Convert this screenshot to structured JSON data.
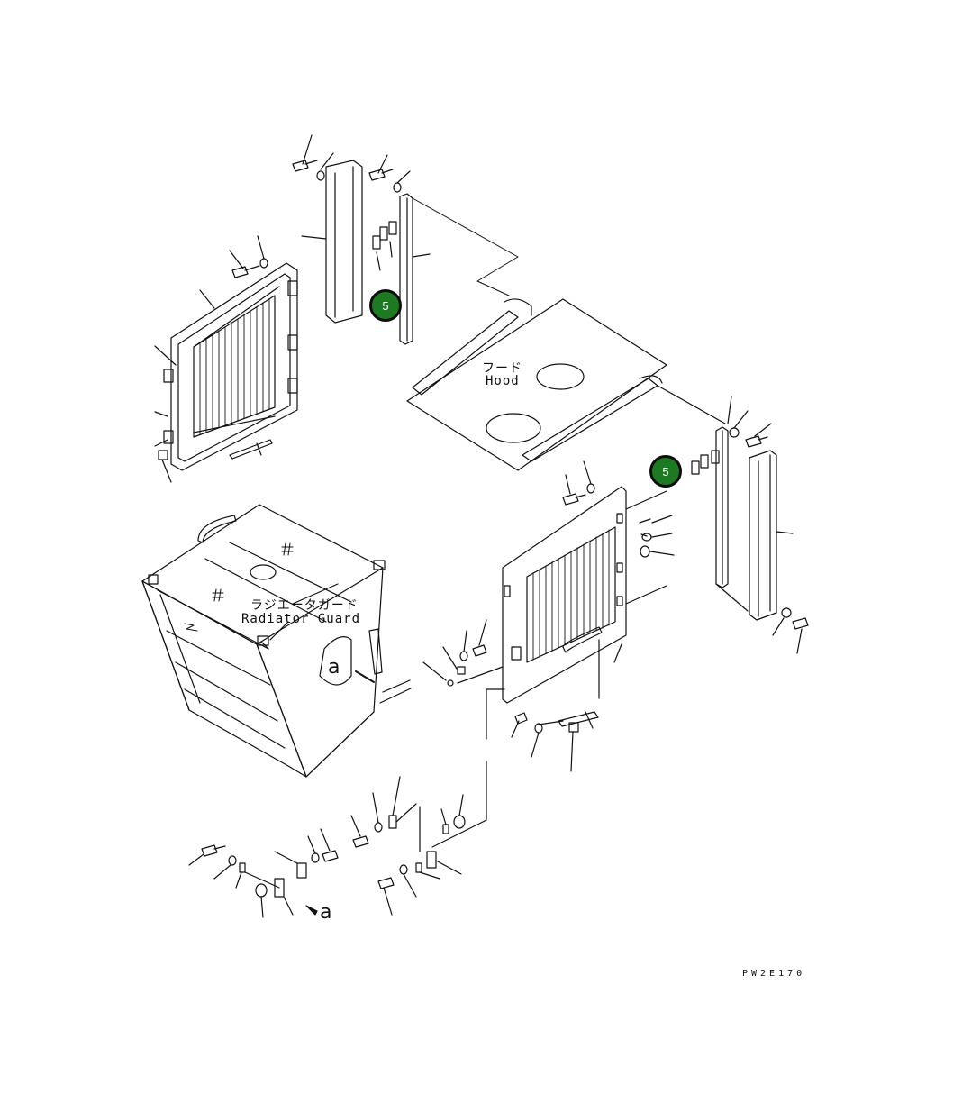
{
  "labels": {
    "hood_jp": "フード",
    "hood_en": "Hood",
    "guard_jp": "ラジエータガード",
    "guard_en": "Radiator Guard"
  },
  "callouts": [
    {
      "number": "5"
    },
    {
      "number": "5"
    }
  ],
  "refs": {
    "a_top": "a",
    "a_bottom": "a"
  },
  "drawing_code": "PW2E170",
  "colors": {
    "line": "#111111",
    "badge_fill": "#1e7a22",
    "badge_border": "#0d0d0d"
  }
}
